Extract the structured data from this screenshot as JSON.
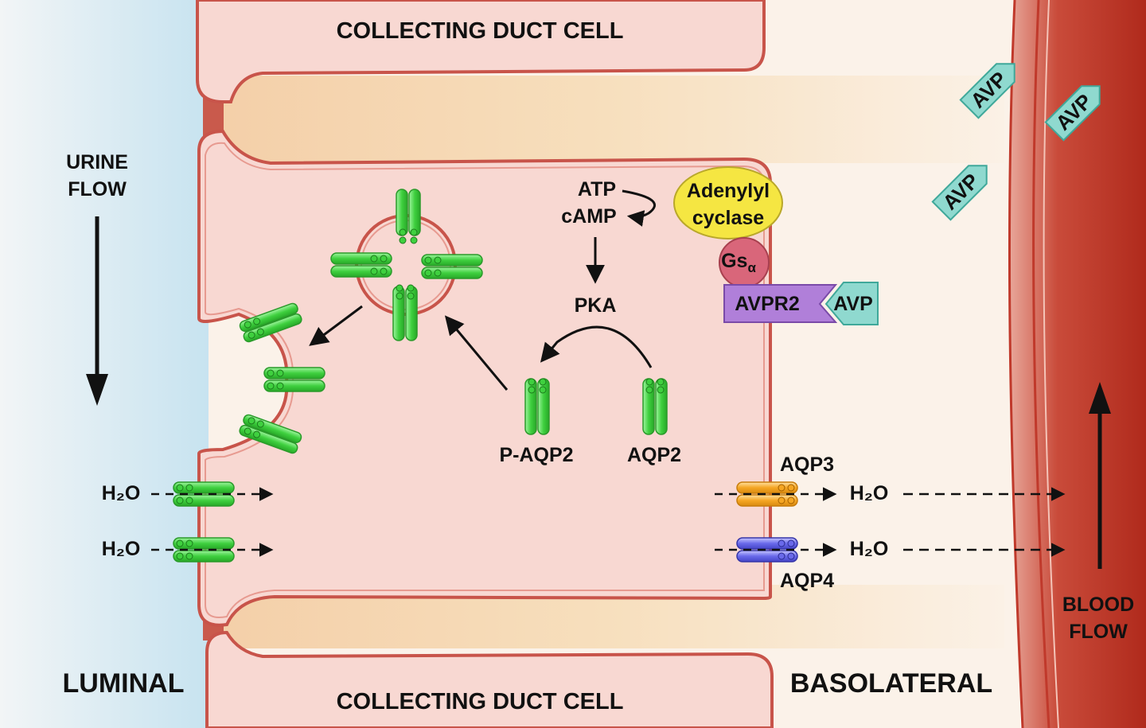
{
  "labels": {
    "top_cell": "COLLECTING DUCT CELL",
    "bottom_cell": "COLLECTING DUCT CELL",
    "urine_flow_1": "URINE",
    "urine_flow_2": "FLOW",
    "blood_flow_1": "BLOOD",
    "blood_flow_2": "FLOW",
    "luminal": "LUMINAL",
    "basolateral": "BASOLATERAL",
    "atp": "ATP",
    "camp": "cAMP",
    "pka": "PKA",
    "adenylyl_1": "Adenylyl",
    "adenylyl_2": "cyclase",
    "gs_main": "Gs",
    "gs_sub": "α",
    "avpr2": "AVPR2",
    "avp_bound": "AVP",
    "p_aqp2": "P-AQP2",
    "aqp2": "AQP2",
    "aqp3": "AQP3",
    "aqp4": "AQP4",
    "h2o_left_top": "H₂O",
    "h2o_left_bottom": "H₂O",
    "h2o_right_top": "H₂O",
    "h2o_right_bottom": "H₂O",
    "avp_free_1": "AVP",
    "avp_free_2": "AVP",
    "avp_free_3": "AVP"
  },
  "colors": {
    "lumen": "#cfe6f2",
    "cell_fill": "#f8d8d2",
    "cell_border": "#c8544a",
    "interstitial": "#f3e7d7",
    "vessel": "#c0392b",
    "aqp2": "#4cd94c",
    "aqp3": "#f5a623",
    "aqp4": "#6a6aea",
    "adenylyl": "#f5e642",
    "gs": "#d9667a",
    "avpr2": "#b07fd9",
    "avp": "#8fd9cf"
  }
}
